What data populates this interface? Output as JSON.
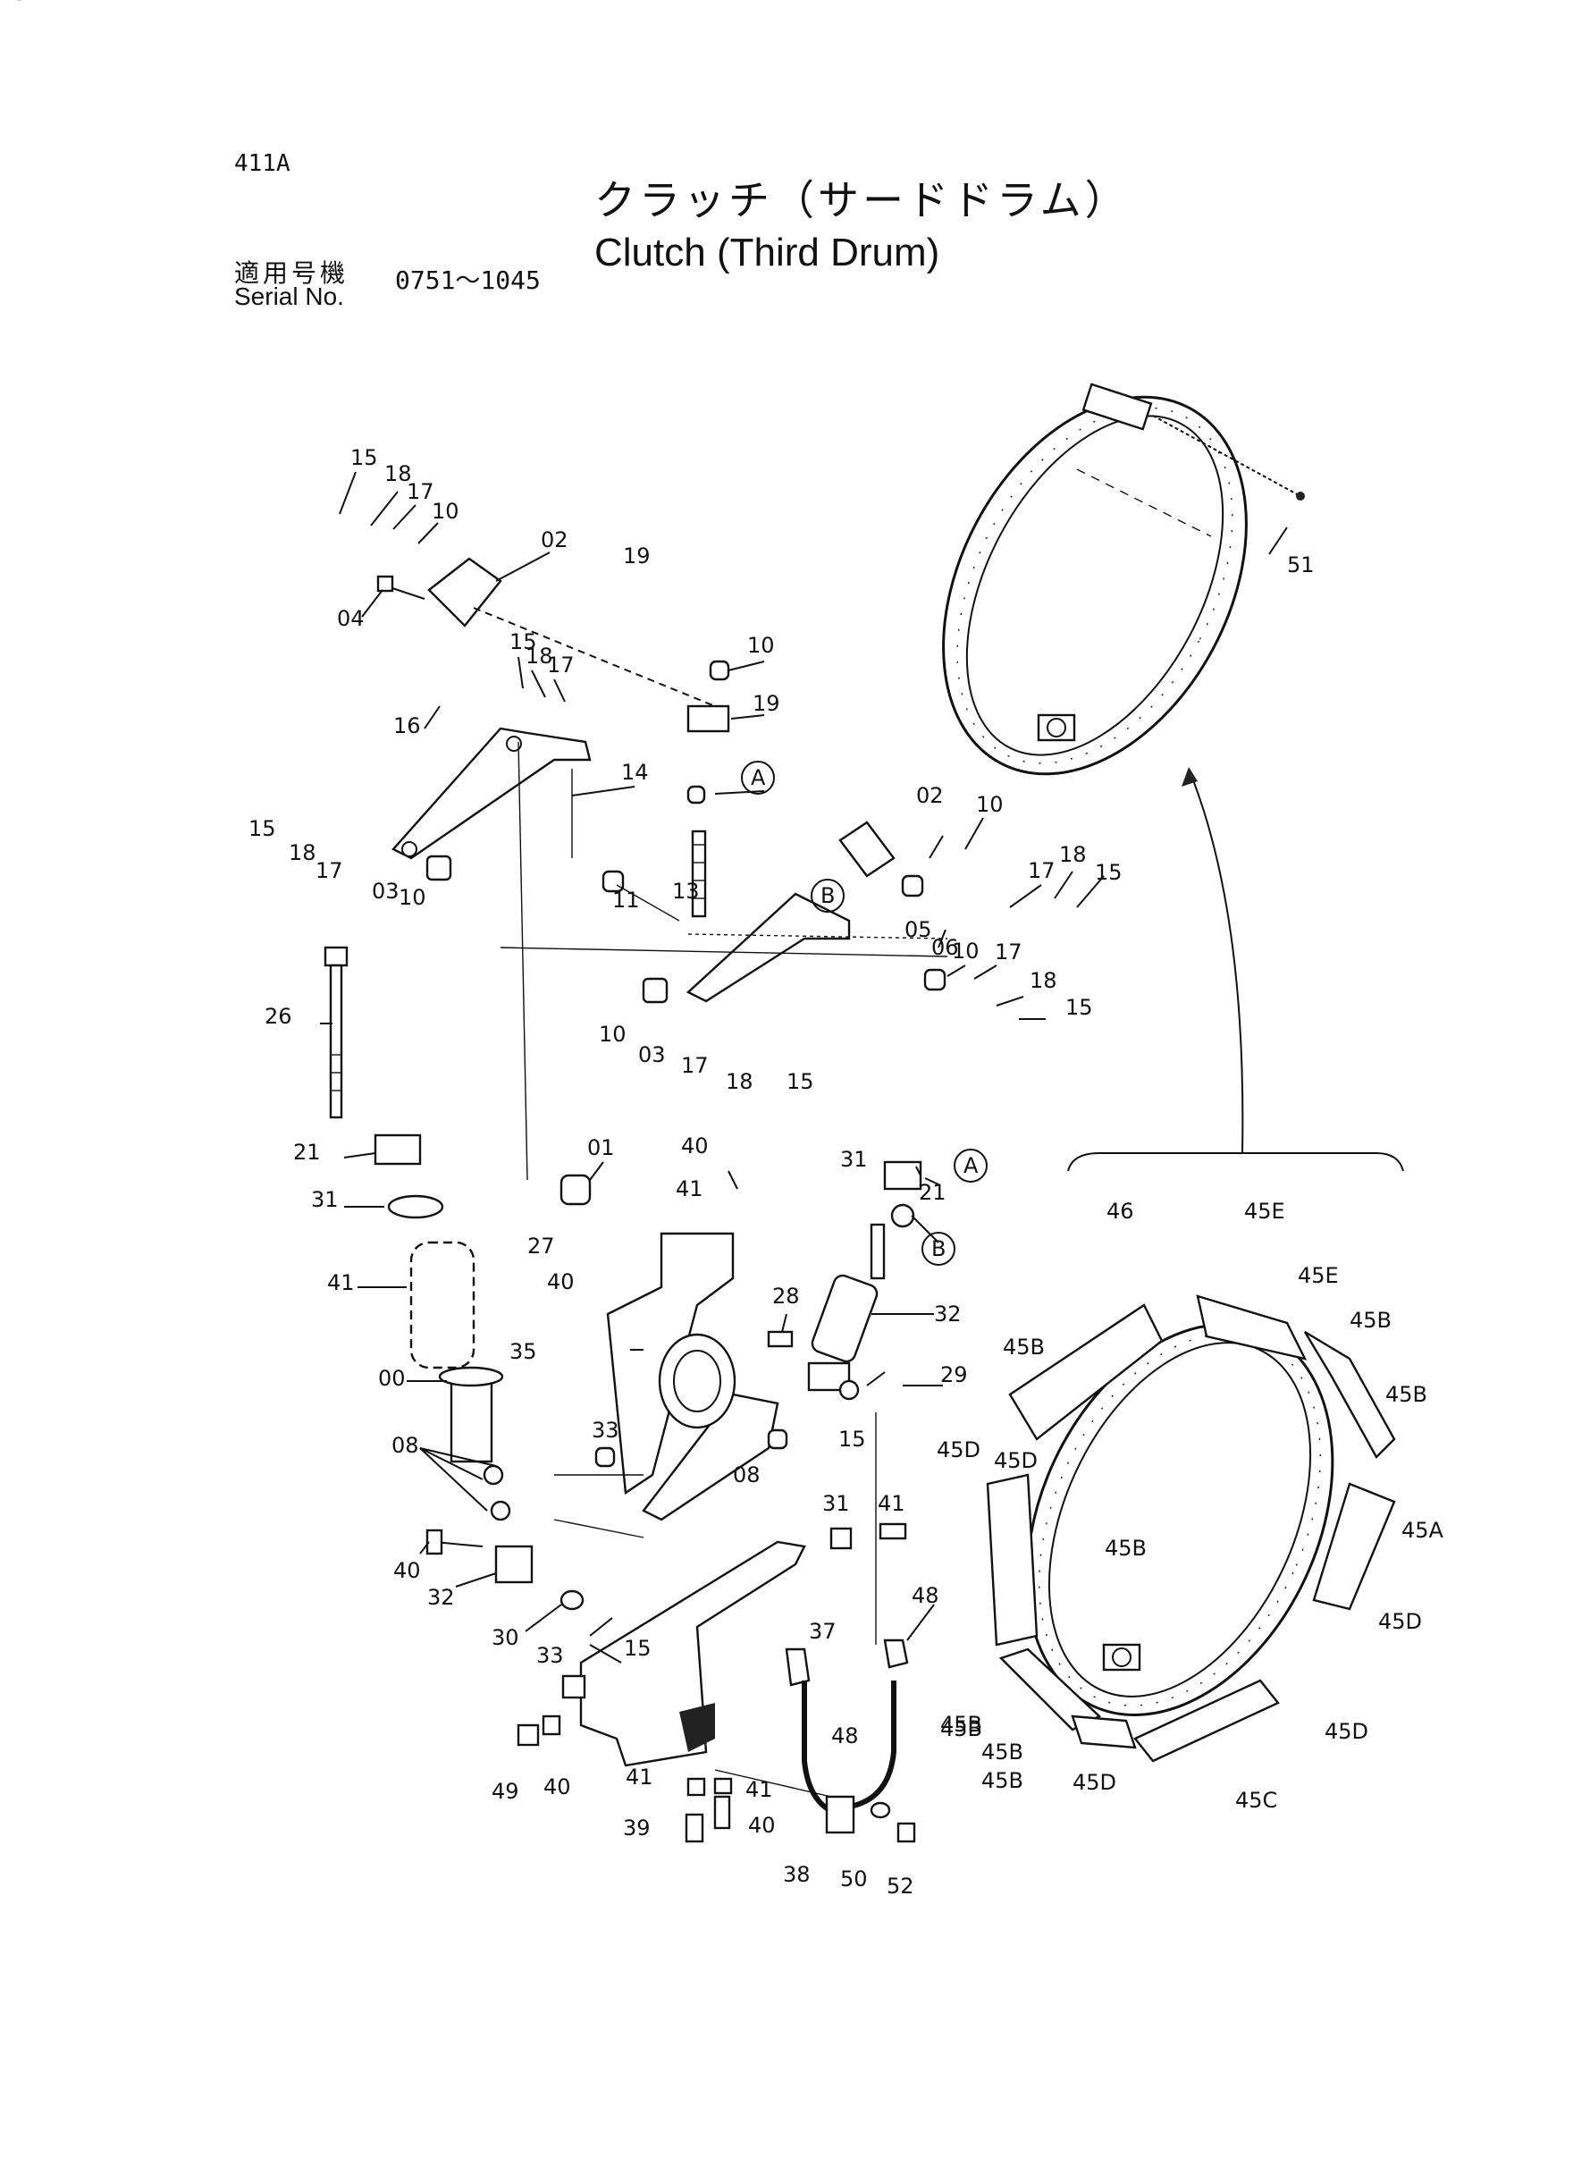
{
  "header": {
    "page_code": "411A",
    "title_jp": "クラッチ（サードドラム）",
    "title_en": "Clutch (Third Drum)",
    "serial_label_jp": "適用号機",
    "serial_label_en": "Serial No.",
    "serial_range": "0751～1045"
  },
  "callouts": [
    "15",
    "18",
    "17",
    "10",
    "02",
    "04",
    "15",
    "18",
    "17",
    "10",
    "19",
    "16",
    "14",
    "A",
    "19",
    "15",
    "18",
    "17",
    "03",
    "10",
    "11",
    "13",
    "02",
    "10",
    "17",
    "18",
    "15",
    "B",
    "05",
    "06",
    "10",
    "17",
    "18",
    "15",
    "10",
    "03",
    "17",
    "18",
    "15",
    "26",
    "21",
    "01",
    "40",
    "41",
    "31",
    "A",
    "21",
    "B",
    "31",
    "27",
    "40",
    "41",
    "28",
    "32",
    "35",
    "00",
    "29",
    "15",
    "33",
    "08",
    "08",
    "31",
    "41",
    "40",
    "32",
    "30",
    "33",
    "15",
    "37",
    "48",
    "48",
    "49",
    "40",
    "41",
    "41",
    "39",
    "40",
    "38",
    "50",
    "52",
    "51",
    "46",
    "45E",
    "45E",
    "45B",
    "45B",
    "45B",
    "45D",
    "45D",
    "45B",
    "45A",
    "45D",
    "45B",
    "45B",
    "45D",
    "45B",
    "45D",
    "45C",
    "45B",
    "45D"
  ]
}
